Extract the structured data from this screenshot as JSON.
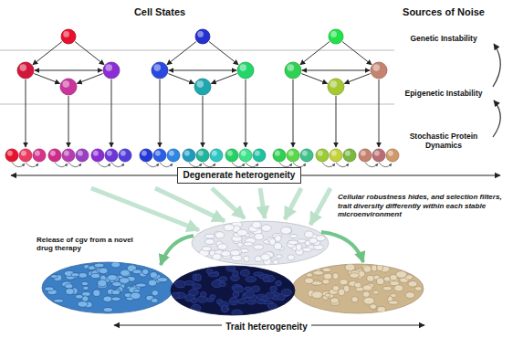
{
  "diagram": {
    "nodes": [
      {
        "text": [
          "Degenerate heterogeneity"
        ]
      }
    ],
    "labels": [
      "Cell States",
      "Sources of Noise",
      "Genetic Instability",
      "Epigenetic Instability",
      "Stochastic Protein Dynamics",
      "Cellular robustness hides, and selection filters, trait diversity differently within each stable microenvironment",
      "Release of cgv from a novel drug therapy",
      "Trait heterogeneity"
    ]
  }
}
